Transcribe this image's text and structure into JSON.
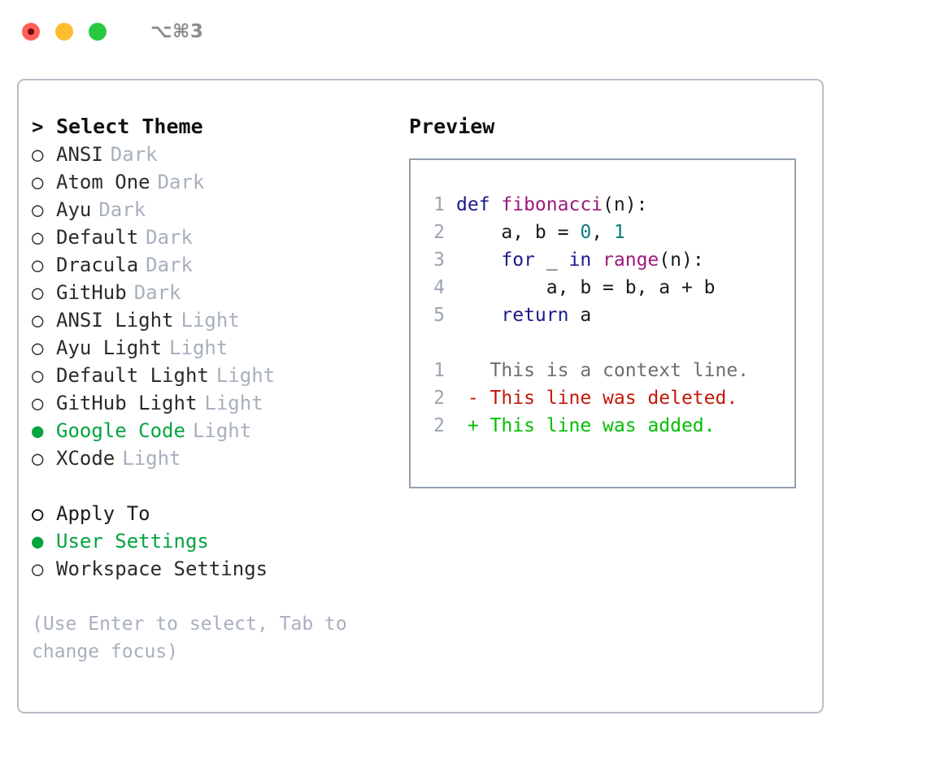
{
  "titlebar": {
    "shortcut": "⌥⌘3",
    "buttons": [
      {
        "name": "close",
        "color": "#ff5f57"
      },
      {
        "name": "minimize",
        "color": "#febc2e"
      },
      {
        "name": "zoom",
        "color": "#28c840"
      }
    ]
  },
  "theme_picker": {
    "heading": "Select Theme",
    "heading_marker": ">",
    "markers": {
      "selected": "●",
      "unselected": "○"
    },
    "selected_color": "#04a43f",
    "items": [
      {
        "label": "ANSI",
        "kind": "Dark",
        "selected": false
      },
      {
        "label": "Atom One",
        "kind": "Dark",
        "selected": false
      },
      {
        "label": "Ayu",
        "kind": "Dark",
        "selected": false
      },
      {
        "label": "Default",
        "kind": "Dark",
        "selected": false
      },
      {
        "label": "Dracula",
        "kind": "Dark",
        "selected": false
      },
      {
        "label": "GitHub",
        "kind": "Dark",
        "selected": false
      },
      {
        "label": "ANSI Light",
        "kind": "Light",
        "selected": false
      },
      {
        "label": "Ayu Light",
        "kind": "Light",
        "selected": false
      },
      {
        "label": "Default Light",
        "kind": "Light",
        "selected": false
      },
      {
        "label": "GitHub Light",
        "kind": "Light",
        "selected": false
      },
      {
        "label": "Google Code",
        "kind": "Light",
        "selected": true
      },
      {
        "label": "XCode",
        "kind": "Light",
        "selected": false
      }
    ]
  },
  "apply_to": {
    "heading": "Apply To",
    "items": [
      {
        "label": "User Settings",
        "selected": true
      },
      {
        "label": "Workspace Settings",
        "selected": false
      }
    ]
  },
  "hint": "(Use Enter to select, Tab to change focus)",
  "preview": {
    "title": "Preview",
    "code_lines": [
      {
        "no": "1",
        "tokens": [
          {
            "t": "def ",
            "c": "kw"
          },
          {
            "t": "fibonacci",
            "c": "fn"
          },
          {
            "t": "(n):",
            "c": "plain"
          }
        ]
      },
      {
        "no": "2",
        "tokens": [
          {
            "t": "    a, b = ",
            "c": "plain"
          },
          {
            "t": "0",
            "c": "num"
          },
          {
            "t": ", ",
            "c": "plain"
          },
          {
            "t": "1",
            "c": "num"
          }
        ]
      },
      {
        "no": "3",
        "tokens": [
          {
            "t": "    ",
            "c": "plain"
          },
          {
            "t": "for",
            "c": "kw"
          },
          {
            "t": " _ ",
            "c": "plain"
          },
          {
            "t": "in",
            "c": "kw"
          },
          {
            "t": " ",
            "c": "plain"
          },
          {
            "t": "range",
            "c": "fn"
          },
          {
            "t": "(n):",
            "c": "plain"
          }
        ]
      },
      {
        "no": "4",
        "tokens": [
          {
            "t": "        a, b = b, a + b",
            "c": "plain"
          }
        ]
      },
      {
        "no": "5",
        "tokens": [
          {
            "t": "    ",
            "c": "plain"
          },
          {
            "t": "return",
            "c": "kw"
          },
          {
            "t": " a",
            "c": "plain"
          }
        ]
      }
    ],
    "diff_lines": [
      {
        "no": "1",
        "sign": " ",
        "text": "This is a context line.",
        "kind": "ctx"
      },
      {
        "no": "2",
        "sign": "-",
        "text": "This line was deleted.",
        "kind": "del"
      },
      {
        "no": "2",
        "sign": "+",
        "text": "This line was added.",
        "kind": "add"
      }
    ]
  }
}
